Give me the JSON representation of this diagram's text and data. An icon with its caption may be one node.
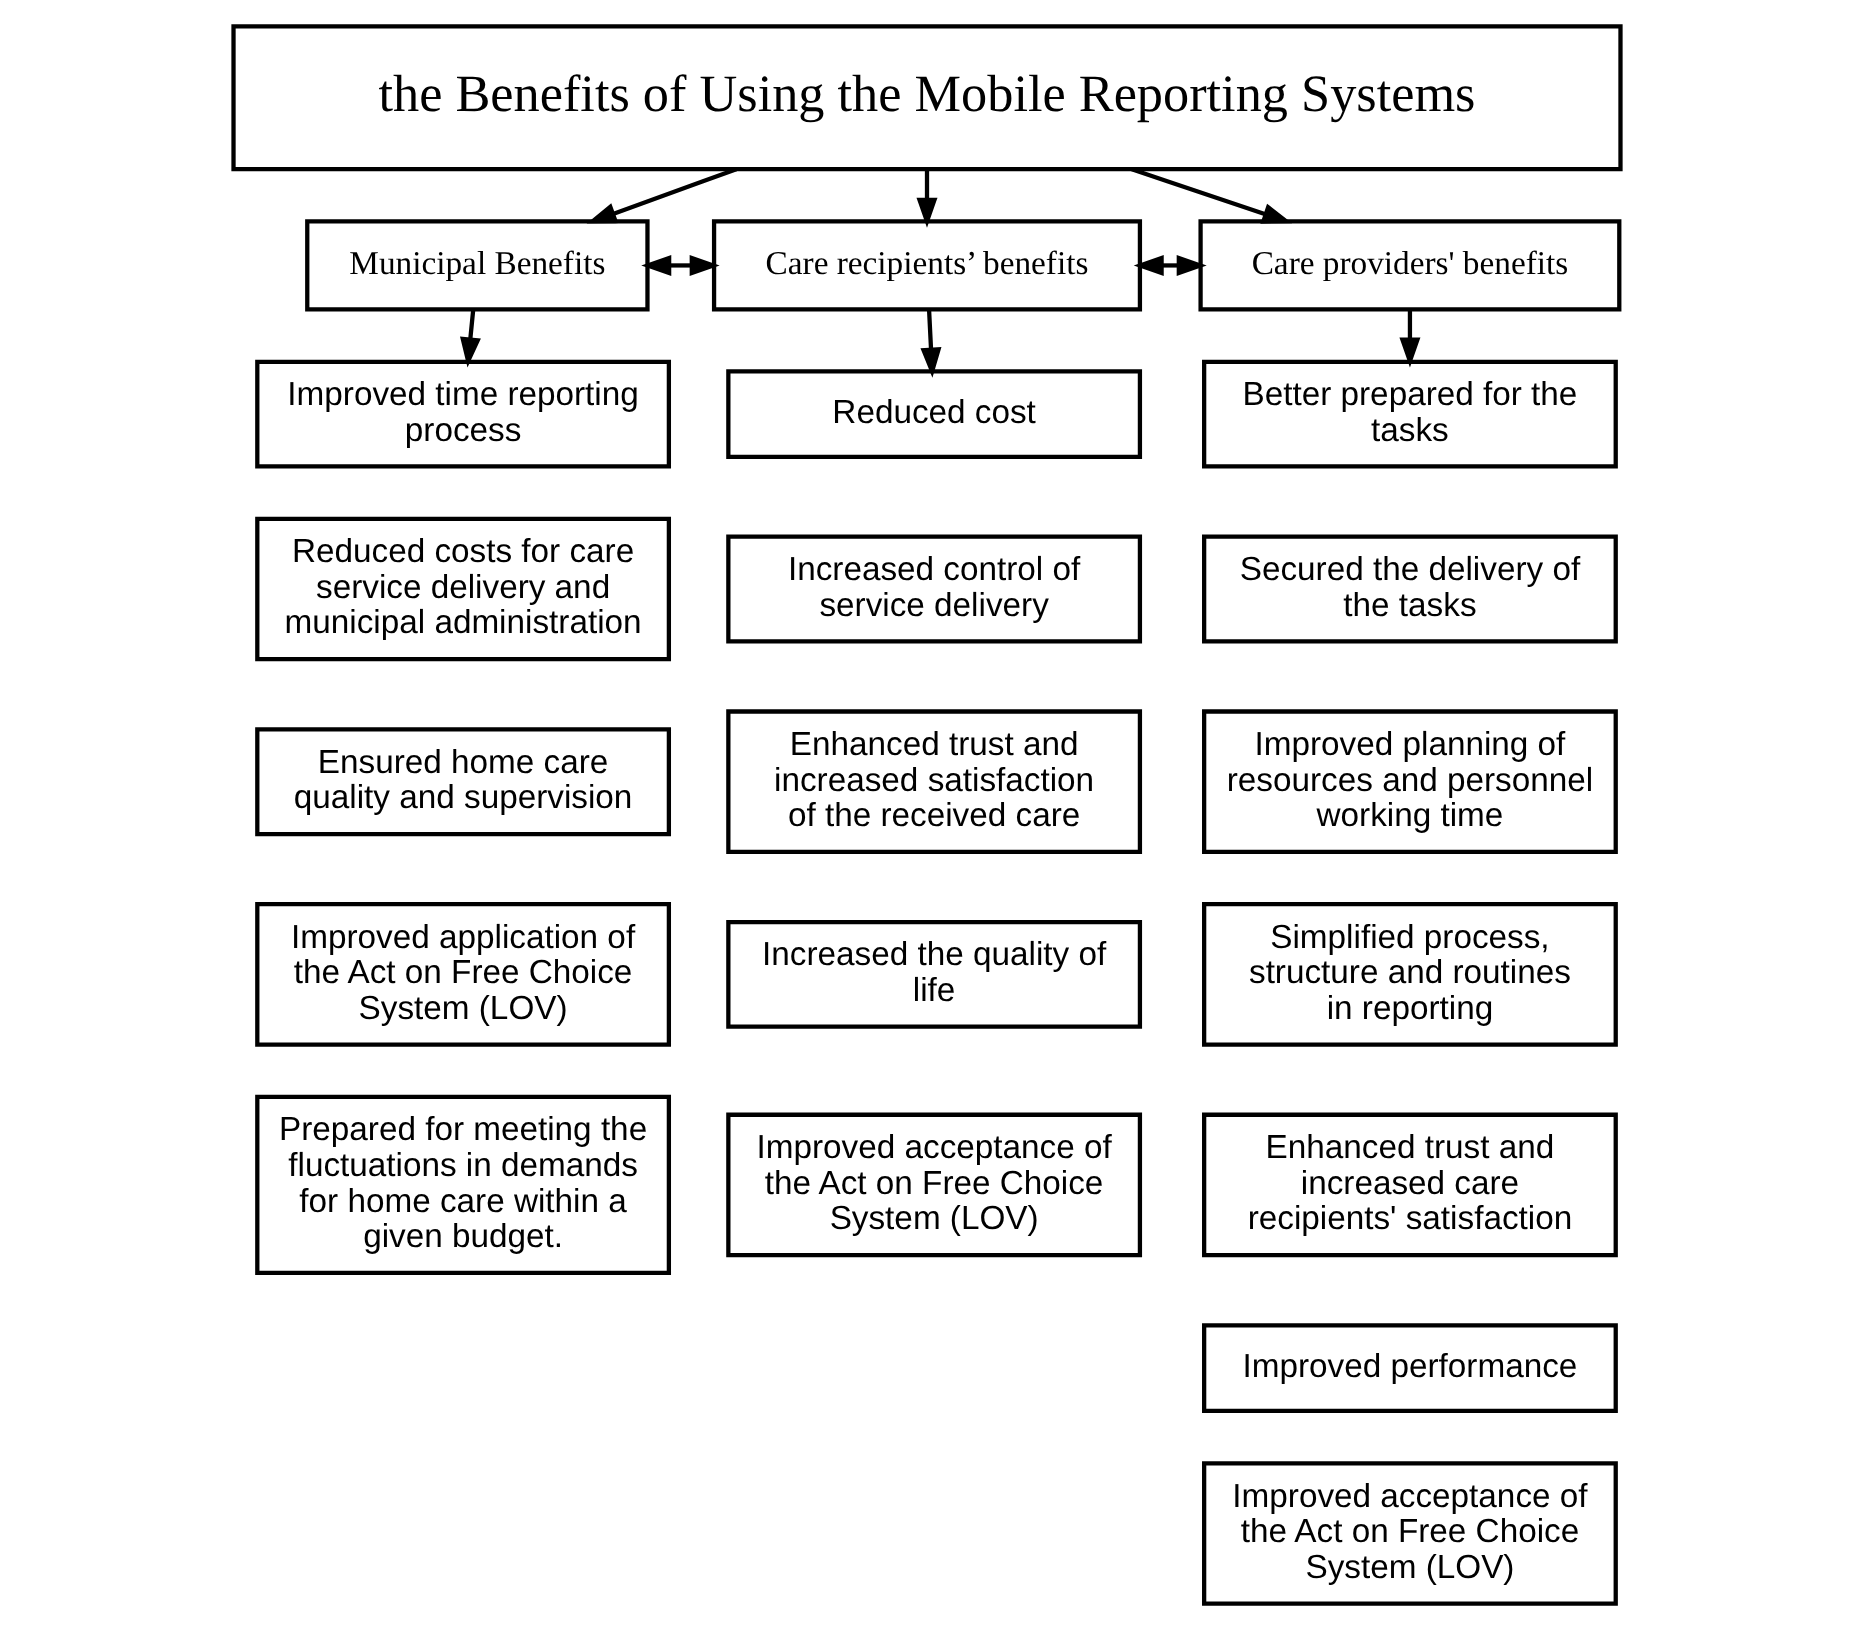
{
  "diagram": {
    "nodes": [
      {
        "text": [
          "the Benefits of Using the Mobile Reporting Systems"
        ]
      },
      {
        "text": [
          "Municipal Benefits"
        ]
      },
      {
        "text": [
          "Care recipients’ benefits"
        ]
      },
      {
        "text": [
          "Care providers' benefits"
        ]
      },
      {
        "text": [
          "Improved time reporting process"
        ]
      },
      {
        "text": [
          "Reduced costs for care service delivery and municipal administration"
        ]
      },
      {
        "text": [
          "Ensured home care quality and supervision"
        ]
      },
      {
        "text": [
          "Improved application of the Act on Free Choice System (LOV)"
        ]
      },
      {
        "text": [
          "Prepared for meeting the fluctuations in demands for home care within a given budget."
        ]
      },
      {
        "text": [
          "Reduced cost"
        ]
      },
      {
        "text": [
          "Increased control of service delivery"
        ]
      },
      {
        "text": [
          "Enhanced trust and increased satisfaction of the received care"
        ]
      },
      {
        "text": [
          "Increased the quality of life"
        ]
      },
      {
        "text": [
          "Improved acceptance of the Act on Free Choice System (LOV)"
        ]
      },
      {
        "text": [
          "Better prepared for the tasks"
        ]
      },
      {
        "text": [
          "Secured the delivery of the tasks"
        ]
      },
      {
        "text": [
          "Improved planning of resources and personnel working time"
        ]
      },
      {
        "text": [
          "Simplified process, structure and routines in reporting"
        ]
      },
      {
        "text": [
          "Enhanced trust and increased care recipients' satisfaction"
        ]
      },
      {
        "text": [
          "Improved performance"
        ]
      },
      {
        "text": [
          "Improved acceptance of the Act on Free Choice System (LOV)"
        ]
      }
    ],
    "edges": [
      {
        "from": 0,
        "to": 1,
        "arrow": "to"
      },
      {
        "from": 0,
        "to": 2,
        "arrow": "to"
      },
      {
        "from": 0,
        "to": 3,
        "arrow": "to"
      },
      {
        "from": 1,
        "to": 2,
        "arrow": "both"
      },
      {
        "from": 2,
        "to": 3,
        "arrow": "both"
      },
      {
        "from": 1,
        "to": 4,
        "arrow": "to"
      },
      {
        "from": 2,
        "to": 9,
        "arrow": "to"
      },
      {
        "from": 3,
        "to": 14,
        "arrow": "to"
      }
    ]
  }
}
